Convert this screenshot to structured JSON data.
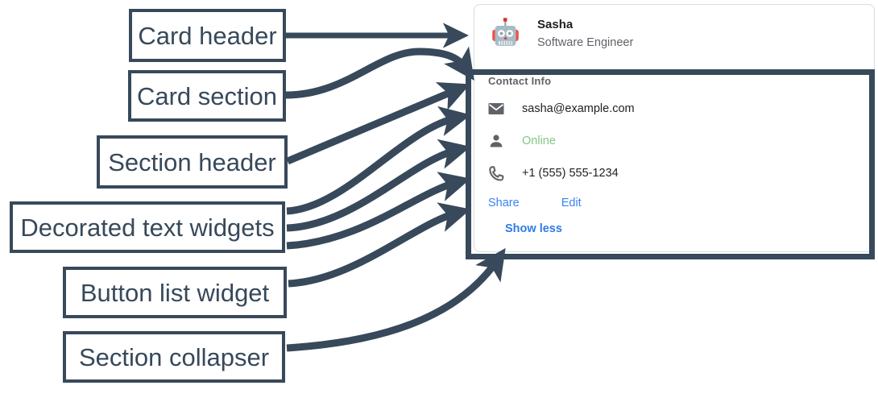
{
  "annotations": {
    "card_header": "Card header",
    "card_section": "Card section",
    "section_header": "Section header",
    "decorated_text_widgets": "Decorated text widgets",
    "button_list_widget": "Button list widget",
    "section_collapser": "Section collapser"
  },
  "colors": {
    "annotation": "#37495a",
    "link": "#3b82f6",
    "collapser_link": "#2e7ce4",
    "status_green": "#81c784",
    "card_border": "#dadce0",
    "muted_text": "#5f6368",
    "primary_text": "#202124"
  },
  "card": {
    "header": {
      "avatar_icon": "robot-avatar-icon",
      "title": "Sasha",
      "subtitle": "Software Engineer"
    },
    "section": {
      "header": "Contact Info",
      "decorated_texts": [
        {
          "icon": "email-icon",
          "text": "sasha@example.com",
          "style": "default"
        },
        {
          "icon": "person-icon",
          "text": "Online",
          "style": "green"
        },
        {
          "icon": "phone-icon",
          "text": "+1 (555) 555-1234",
          "style": "default"
        }
      ],
      "buttons": [
        {
          "label": "Share"
        },
        {
          "label": "Edit"
        }
      ],
      "collapser": {
        "label": "Show less"
      }
    }
  }
}
